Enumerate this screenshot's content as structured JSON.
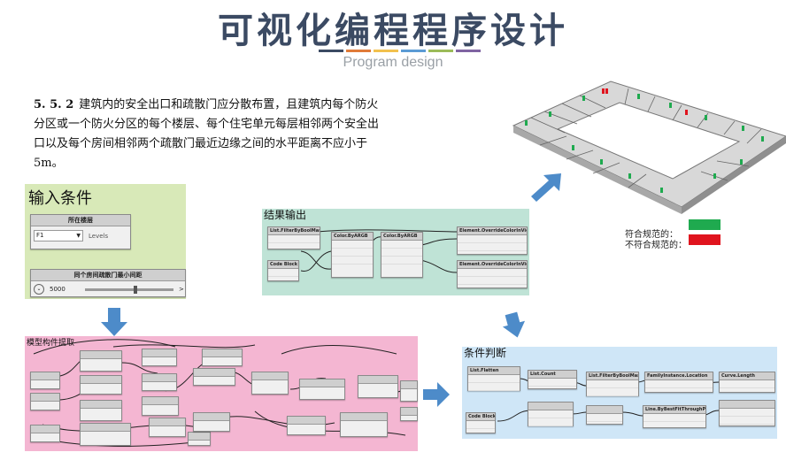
{
  "header": {
    "title": "可视化编程程序设计",
    "subtitle": "Program design",
    "bar_colors": [
      "#3b4a63",
      "#e07b39",
      "#f2c14e",
      "#5b9bd5",
      "#9bbb59",
      "#8064a2"
    ]
  },
  "clause": {
    "number": "5. 5. 2",
    "text": "建筑内的安全出口和疏散门应分散布置，且建筑内每个防火分区或一个防火分区的每个楼层、每个住宅单元每层相邻两个安全出口以及每个房间相邻两个疏散门最近边缘之间的水平距离不应小于 5m。"
  },
  "input_panel": {
    "title": "输入条件",
    "color": "#d8e9b8",
    "level_node": {
      "title": "所在楼层",
      "value": "F1",
      "output": "Levels"
    },
    "slider_node": {
      "title": "同个房间疏散门最小间距",
      "value": "5000"
    }
  },
  "extract_panel": {
    "title": "模型构件提取",
    "color": "#f4b6d2"
  },
  "result_panel": {
    "title": "结果输出",
    "color": "#bfe3d6",
    "nodes": [
      "List.FilterByBoolMask",
      "Color.ByARGB",
      "Color.ByARGB",
      "Element.OverrideColorInView",
      "Code Block",
      "Element.OverrideColorInView"
    ]
  },
  "judge_panel": {
    "title": "条件判断",
    "color": "#cfe6f7",
    "nodes": [
      "List.Flatten",
      "List.Count",
      "List.FilterByBoolMask",
      "FamilyInstance.Location",
      "Curve.Length",
      "Code Block",
      "Line.ByBestFitThroughPoints"
    ]
  },
  "legend": {
    "pass_label": "符合规范的：",
    "fail_label": "不符合规范的：",
    "pass_color": "#1faa4f",
    "fail_color": "#e0141e"
  },
  "arrow_color": "#4d8bc9"
}
